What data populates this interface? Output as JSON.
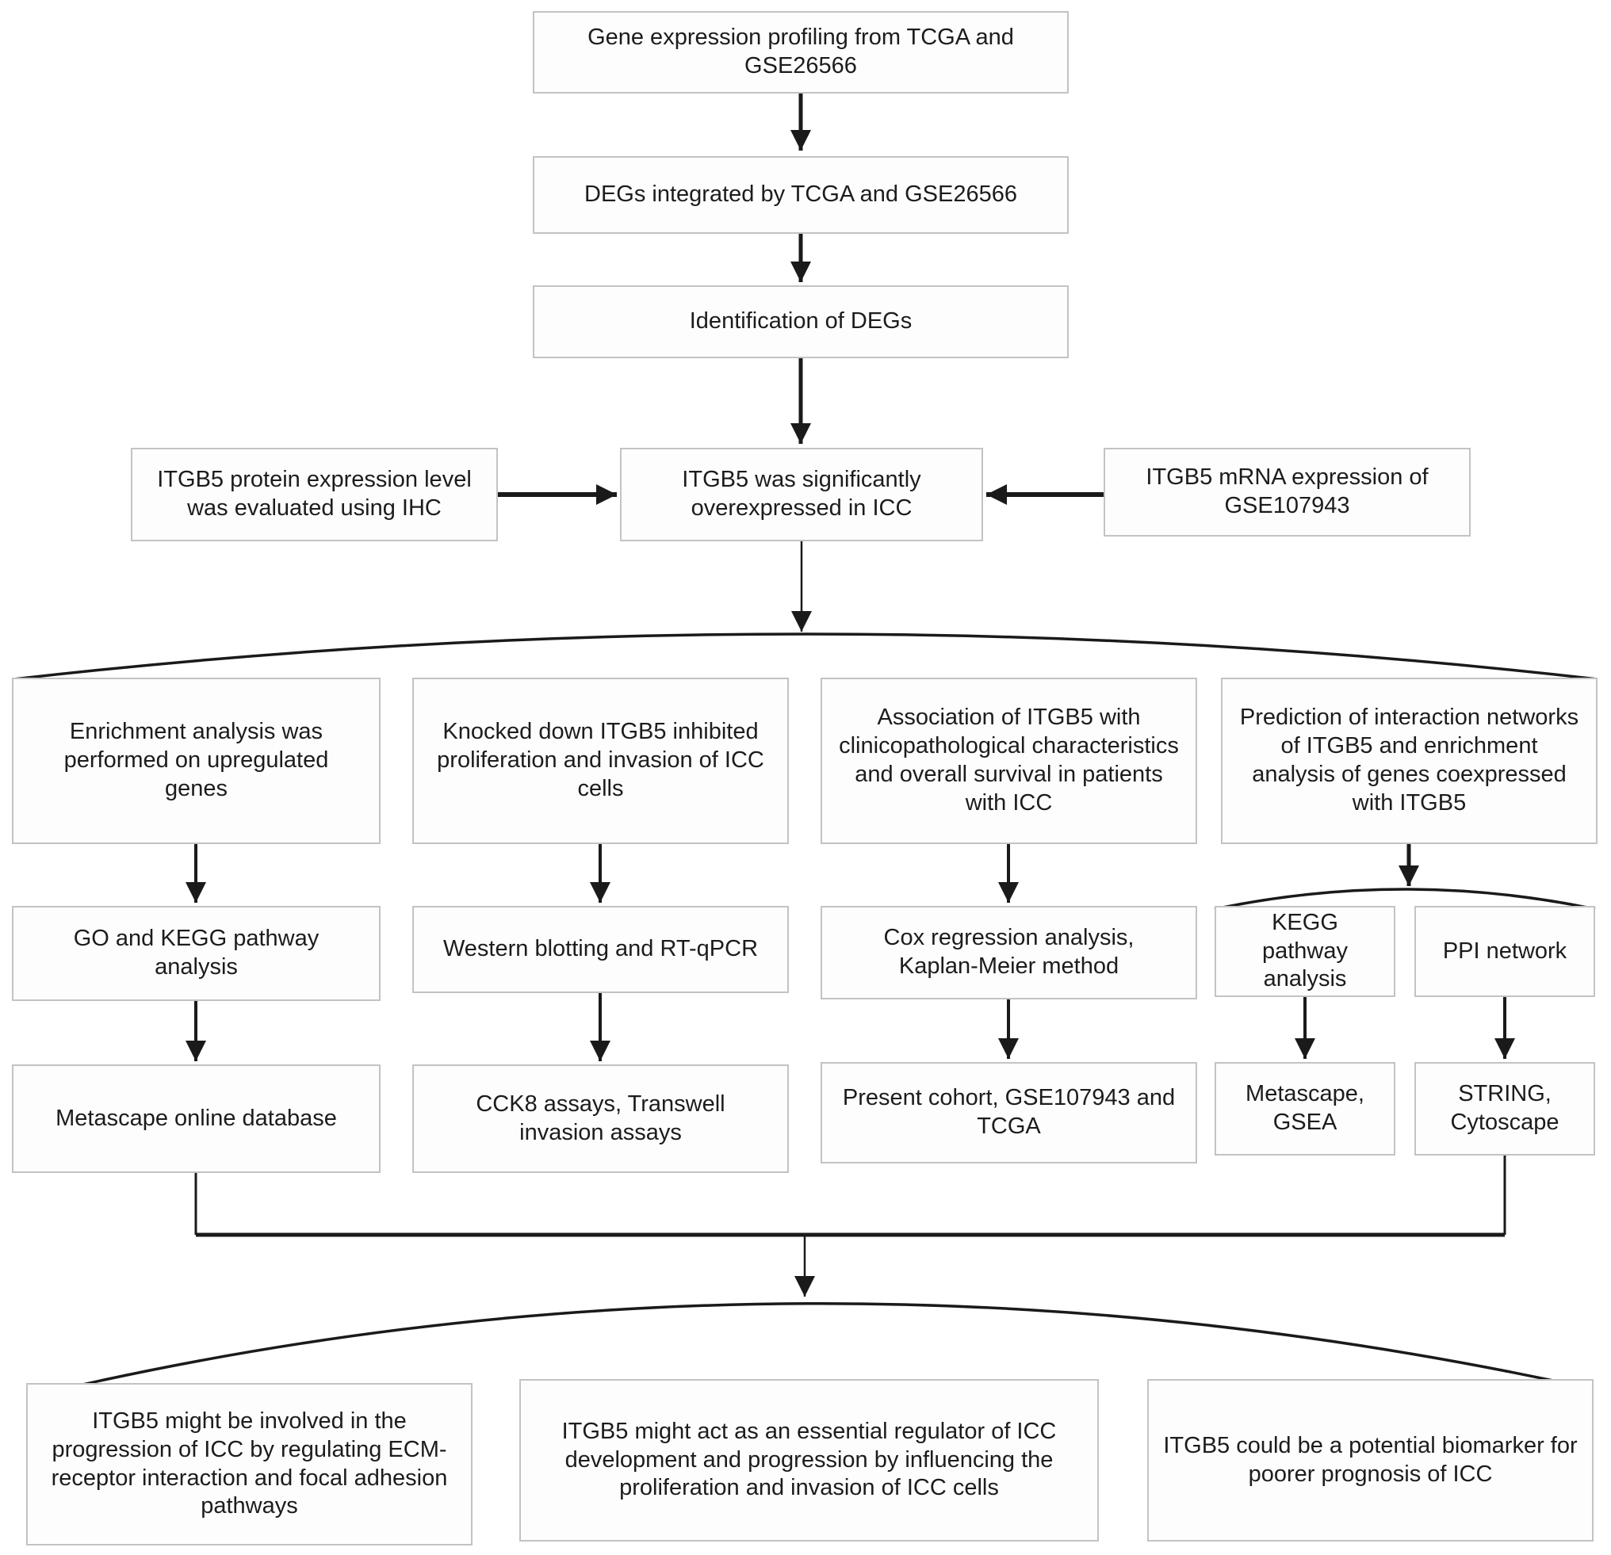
{
  "diagram": {
    "type": "flowchart",
    "colors": {
      "background": "#ffffff",
      "box_fill": "#fdfdfd",
      "box_border": "#c3c3c3",
      "text": "#1c1c1c",
      "line": "#1a1a1a"
    },
    "nodes": {
      "gene_expression_profiling": {
        "label": "Gene expression profiling from TCGA and GSE26566"
      },
      "degs_integrated": {
        "label": "DEGs integrated by TCGA and GSE26566"
      },
      "identification_degs": {
        "label": "Identification of DEGs"
      },
      "itgb5_protein_ihc": {
        "label": "ITGB5 protein expression level was evaluated using IHC"
      },
      "itgb5_overexpressed": {
        "label": "ITGB5 was significantly overexpressed in ICC"
      },
      "itgb5_mrna_gse107943": {
        "label": "ITGB5 mRNA expression of GSE107943"
      },
      "enrichment_upregulated": {
        "label": "Enrichment analysis was performed on upregulated genes"
      },
      "knockdown_itgb5": {
        "label": "Knocked down ITGB5 inhibited proliferation and invasion of ICC cells"
      },
      "association_clinicopathological": {
        "label": "Association of ITGB5 with clinicopathological characteristics and overall survival in patients with ICC"
      },
      "prediction_networks": {
        "label": "Prediction of interaction networks of ITGB5 and enrichment analysis of genes coexpressed with ITGB5"
      },
      "go_kegg": {
        "label": "GO and KEGG pathway analysis"
      },
      "western_rtqpcr": {
        "label": "Western blotting and RT-qPCR"
      },
      "cox_km": {
        "label": "Cox regression analysis, Kaplan-Meier method"
      },
      "kegg_pathway": {
        "label": "KEGG pathway analysis"
      },
      "ppi_network": {
        "label": "PPI network"
      },
      "metascape_online": {
        "label": "Metascape online database"
      },
      "cck8_transwell": {
        "label": "CCK8 assays, Transwell invasion assays"
      },
      "present_cohort": {
        "label": "Present cohort, GSE107943 and TCGA"
      },
      "metascape_gsea": {
        "label": "Metascape, GSEA"
      },
      "string_cytoscape": {
        "label": "STRING, Cytoscape"
      },
      "conclusion_ecm": {
        "label": "ITGB5 might be involved in the progression of ICC by regulating ECM-receptor interaction and focal adhesion pathways"
      },
      "conclusion_regulator": {
        "label": "ITGB5 might act as an essential regulator of ICC development and progression by influencing the proliferation and invasion of ICC cells"
      },
      "conclusion_biomarker": {
        "label": "ITGB5 could be a potential biomarker for poorer prognosis of ICC"
      }
    }
  }
}
